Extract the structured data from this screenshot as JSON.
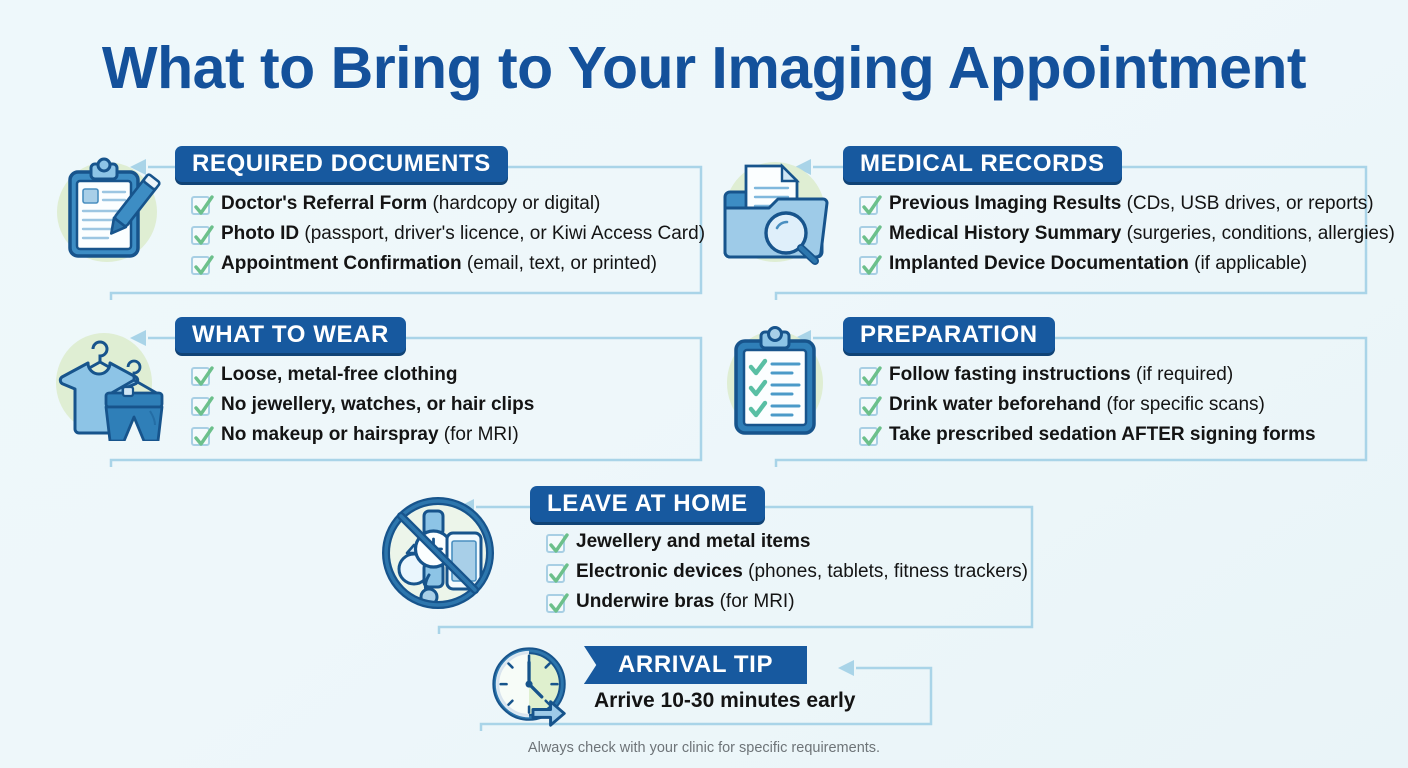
{
  "page": {
    "title": "What to Bring to Your Imaging Appointment",
    "footnote": "Always check with your clinic for specific requirements.",
    "colors": {
      "background": "#eef7fa",
      "title": "#14519b",
      "banner": "#17599f",
      "banner_shadow": "#104376",
      "banner_text": "#ffffff",
      "checkbox_border": "#a8cfe4",
      "check_green": "#6cc08b",
      "connector": "#a9d4e8",
      "icon_halo": "#dceccd",
      "icon_blue_dark": "#17548c",
      "icon_blue_mid": "#3d8dc4",
      "icon_blue_light": "#a8cfe8",
      "body_text": "#141414",
      "footnote_text": "#6e7478"
    }
  },
  "sections": [
    {
      "id": "required-documents",
      "banner": "REQUIRED DOCUMENTS",
      "icon": "clipboard-pen-icon",
      "items": [
        {
          "bold": "Doctor's Referral Form",
          "normal": " (hardcopy or digital)"
        },
        {
          "bold": "Photo ID",
          "normal": " (passport, driver's licence, or Kiwi Access Card)"
        },
        {
          "bold": "Appointment Confirmation",
          "normal": " (email, text, or printed)"
        }
      ]
    },
    {
      "id": "medical-records",
      "banner": "MEDICAL RECORDS",
      "icon": "folder-magnifier-icon",
      "items": [
        {
          "bold": "Previous Imaging Results",
          "normal": " (CDs, USB drives, or reports)"
        },
        {
          "bold": "Medical History Summary",
          "normal": " (surgeries, conditions, allergies)"
        },
        {
          "bold": "Implanted Device Documentation",
          "normal": " (if applicable)"
        }
      ]
    },
    {
      "id": "what-to-wear",
      "banner": "WHAT TO WEAR",
      "icon": "clothing-hanger-icon",
      "items": [
        {
          "bold": "Loose, metal-free clothing",
          "normal": ""
        },
        {
          "bold": "No jewellery, watches, or hair clips",
          "normal": ""
        },
        {
          "bold": "No makeup or hairspray",
          "normal": " (for MRI)"
        }
      ]
    },
    {
      "id": "preparation",
      "banner": "PREPARATION",
      "icon": "checklist-clipboard-icon",
      "items": [
        {
          "bold": "Follow fasting instructions",
          "normal": " (if required)"
        },
        {
          "bold": "Drink water beforehand",
          "normal": " (for specific scans)"
        },
        {
          "bold": "Take prescribed sedation AFTER signing forms",
          "normal": ""
        }
      ]
    },
    {
      "id": "leave-at-home",
      "banner": "LEAVE AT HOME",
      "icon": "no-metal-items-icon",
      "items": [
        {
          "bold": "Jewellery and metal items",
          "normal": ""
        },
        {
          "bold": "Electronic devices",
          "normal": " (phones, tablets, fitness trackers)"
        },
        {
          "bold": "Underwire bras",
          "normal": " (for MRI)"
        }
      ]
    },
    {
      "id": "arrival-tip",
      "banner": "ARRIVAL TIP",
      "icon": "clock-arrow-icon",
      "tip": "Arrive 10-30 minutes early"
    }
  ]
}
